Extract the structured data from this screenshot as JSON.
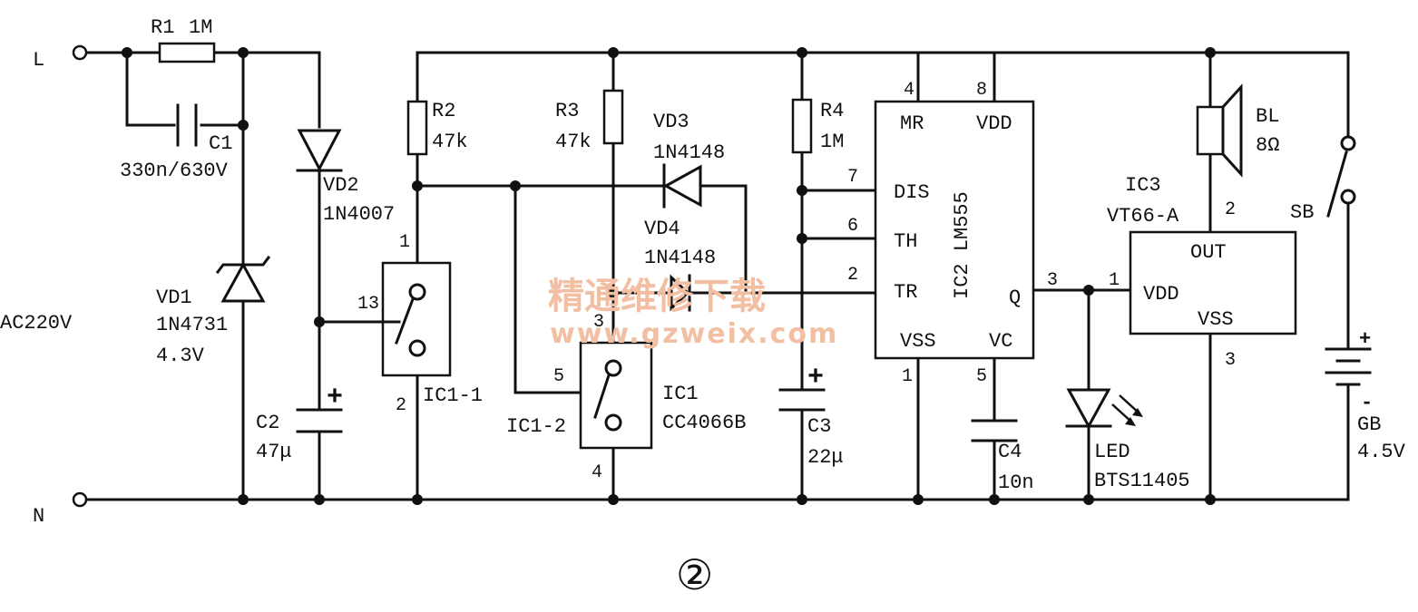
{
  "terminals": {
    "L": "L",
    "N": "N",
    "source": "AC220V"
  },
  "R1": {
    "name": "R1",
    "value": "1M"
  },
  "C1": {
    "name": "C1",
    "value": "330n/630V"
  },
  "VD1": {
    "name": "VD1",
    "part": "1N4731",
    "value": "4.3V"
  },
  "VD2": {
    "name": "VD2",
    "part": "1N4007"
  },
  "C2": {
    "name": "C2",
    "value": "47μ"
  },
  "R2": {
    "name": "R2",
    "value": "47k"
  },
  "R3": {
    "name": "R3",
    "value": "47k"
  },
  "VD3": {
    "name": "VD3",
    "part": "1N4148"
  },
  "VD4": {
    "name": "VD4",
    "part": "1N4148"
  },
  "R4": {
    "name": "R4",
    "value": "1M"
  },
  "C3": {
    "name": "C3",
    "value": "22μ"
  },
  "C4": {
    "name": "C4",
    "value": "10n"
  },
  "IC1": {
    "name": "IC1",
    "part": "CC4066B",
    "sw1": "IC1-1",
    "sw2": "IC1-2"
  },
  "IC2": {
    "name": "IC2 LM555",
    "pins": {
      "MR": "MR",
      "VDD": "VDD",
      "DIS": "DIS",
      "TH": "TH",
      "TR": "TR",
      "Q": "Q",
      "VSS": "VSS",
      "VC": "VC"
    }
  },
  "IC3": {
    "name": "IC3",
    "part": "VT66-A",
    "pins": {
      "OUT": "OUT",
      "VDD": "VDD",
      "VSS": "VSS"
    }
  },
  "BL": {
    "name": "BL",
    "value": "8Ω"
  },
  "SB": {
    "name": "SB"
  },
  "GB": {
    "name": "GB",
    "value": "4.5V"
  },
  "LED": {
    "name": "LED",
    "part": "BTS11405"
  },
  "pin_numbers": {
    "ic1_1": "1",
    "ic1_13": "13",
    "ic1_2": "2",
    "ic1_3": "3",
    "ic1_5": "5",
    "ic1_4": "4",
    "ic2_4": "4",
    "ic2_8": "8",
    "ic2_7": "7",
    "ic2_6": "6",
    "ic2_2": "2",
    "ic2_3": "3",
    "ic2_1": "1",
    "ic2_5": "5",
    "ic3_2": "2",
    "ic3_1": "1",
    "ic3_3": "3"
  },
  "polarity": {
    "plus": "+",
    "minus": "-"
  },
  "figure_number": "②",
  "watermark": {
    "cn": "精通维修下载",
    "url": "www.gzweix.com"
  }
}
